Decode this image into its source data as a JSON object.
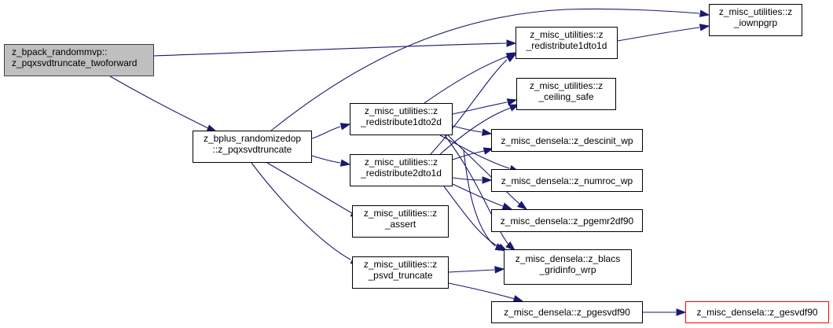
{
  "nodes": {
    "root": [
      "z_bpack_randommvp::",
      "z_pqxsvdtruncate_twoforward"
    ],
    "bplus": [
      "z_bplus_randomizedop",
      "::z_pqxsvdtruncate"
    ],
    "iownpgrp": [
      "z_misc_utilities::z",
      "_iownpgrp"
    ],
    "r1dto1d": [
      "z_misc_utilities::z",
      "_redistribute1dto1d"
    ],
    "ceiling": [
      "z_misc_utilities::z",
      "_ceiling_safe"
    ],
    "r1dto2d": [
      "z_misc_utilities::z",
      "_redistribute1dto2d"
    ],
    "descinit": [
      "z_misc_densela::z_descinit_wp"
    ],
    "r2dto1d": [
      "z_misc_utilities::z",
      "_redistribute2dto1d"
    ],
    "numroc": [
      "z_misc_densela::z_numroc_wp"
    ],
    "pgemr2d": [
      "z_misc_densela::z_pgemr2df90"
    ],
    "assert": [
      "z_misc_utilities::z",
      "_assert"
    ],
    "blacs": [
      "z_misc_densela::z_blacs",
      "_gridinfo_wrp"
    ],
    "psvd": [
      "z_misc_utilities::z",
      "_psvd_truncate"
    ],
    "pgesvd": [
      "z_misc_densela::z_pgesvdf90"
    ],
    "gesvd": [
      "z_misc_densela::z_gesvdf90"
    ]
  }
}
